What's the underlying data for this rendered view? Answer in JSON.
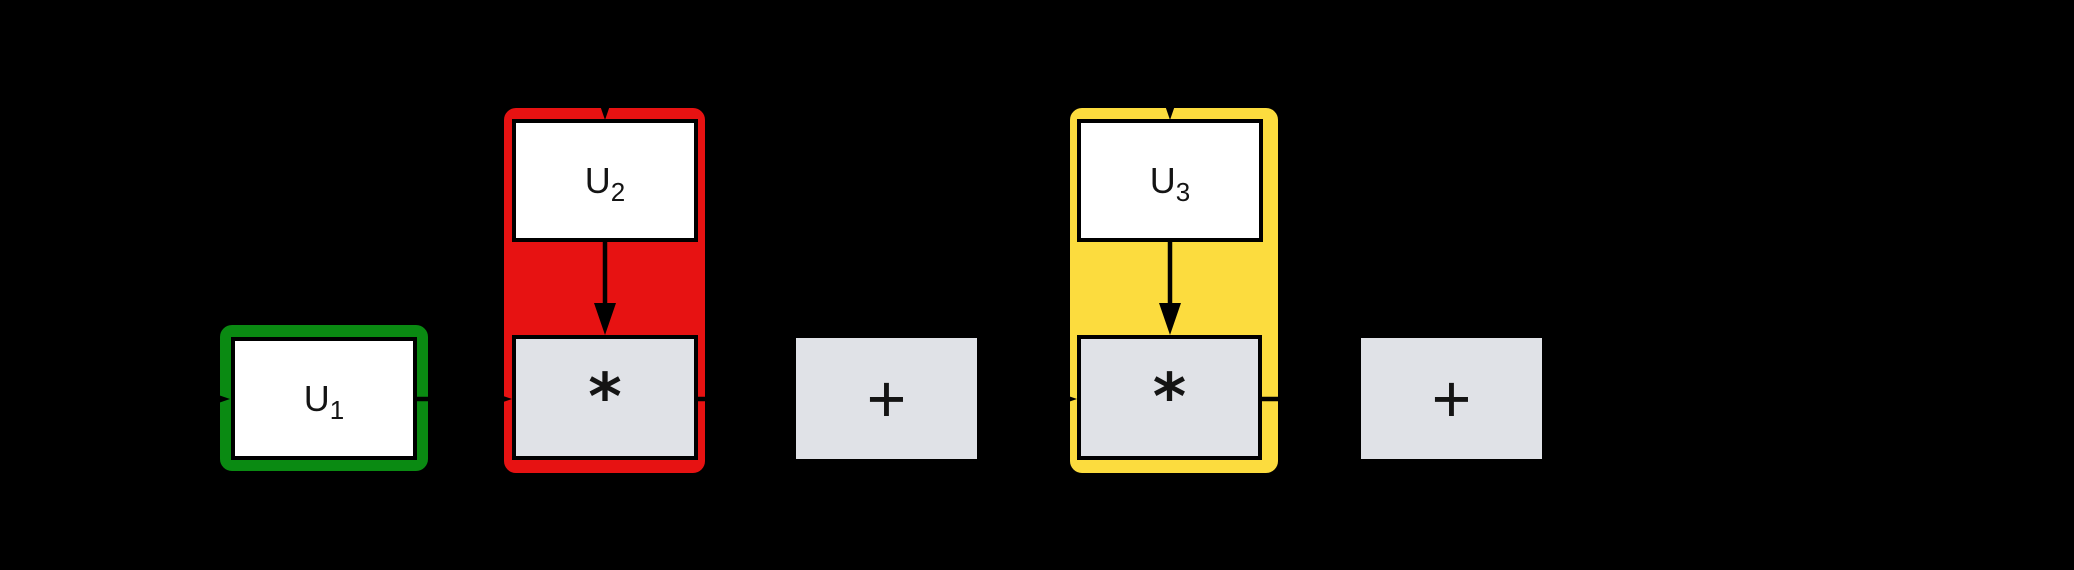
{
  "colors": {
    "background": "#000000",
    "group-green": "#0a8a12",
    "group-red": "#e71212",
    "group-yellow": "#fcdc3e",
    "node-white": "#ffffff",
    "node-gray": "#e0e2e7",
    "edge": "#000000",
    "text": "#141414"
  },
  "nodes": {
    "u1": {
      "base": "U",
      "sub": "1"
    },
    "u2": {
      "base": "U",
      "sub": "2"
    },
    "u3": {
      "base": "U",
      "sub": "3"
    },
    "mult1": {
      "label": "*"
    },
    "mult2": {
      "label": "*"
    },
    "plus1": {
      "label": "+"
    },
    "plus2": {
      "label": "+"
    }
  }
}
